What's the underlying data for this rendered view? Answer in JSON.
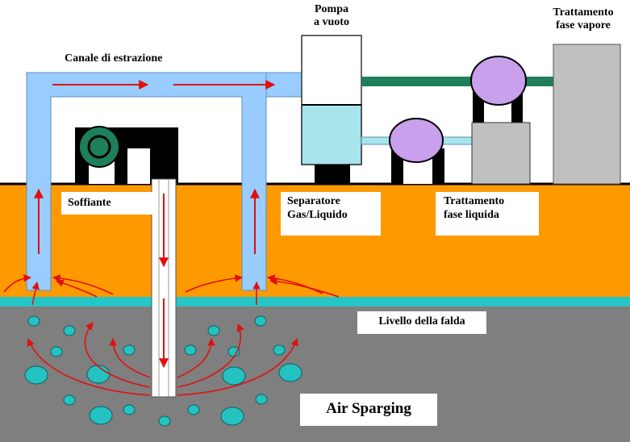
{
  "labels": {
    "pump": [
      "Pompa",
      "a vuoto"
    ],
    "vapor_treatment": [
      "Trattamento",
      "fase vapore"
    ],
    "extraction_channel": "Canale di estrazione",
    "blower": "Soffiante",
    "separator": [
      "Separatore",
      "Gas/Liquido"
    ],
    "liquid_treatment": [
      "Trattamento",
      "fase liquida"
    ],
    "water_table": "Livello della falda",
    "air_sparging": "Air Sparging"
  },
  "colors": {
    "soil": "#fe9a00",
    "groundwater": "#7f7f7f",
    "water_table_line": "#26c6c6",
    "pipe": "#99ccff",
    "flow_arrow": "#e01010",
    "vapor_line": "#1e7f5a",
    "pump_liquid": "#a8e4ec",
    "treatment_sphere": "#c9a0ec",
    "treatment_tank": "#c0c0c0",
    "bubble": "#25c2c2",
    "equipment_dark": "#000000",
    "blower_wheel": "#1e7f5a"
  },
  "icons": {
    "vacuum_pump": "vacuum-pump-icon",
    "blower": "blower-icon",
    "separator_sphere": "sphere-icon",
    "vapor_treatment_sphere": "sphere-icon",
    "bubble": "air-bubble-icon"
  }
}
